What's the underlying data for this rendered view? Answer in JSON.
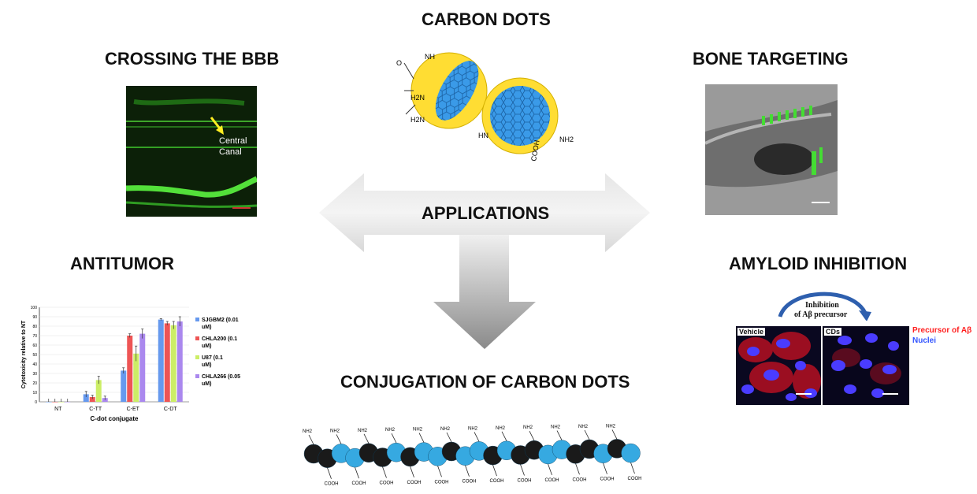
{
  "headings": {
    "carbon_dots": "CARBON DOTS",
    "crossing_bbb": "CROSSING THE BBB",
    "bone_targeting": "BONE TARGETING",
    "applications": "APPLICATIONS",
    "antitumor": "ANTITUMOR",
    "amyloid_inhibition": "AMYLOID INHIBITION",
    "conjugation": "CONJUGATION OF CARBON DOTS"
  },
  "bbb_panel": {
    "label_line1": "Central",
    "label_line2": "Canal"
  },
  "carbon_dot_labels": {
    "nh": "NH",
    "h2n_1": "H2N",
    "h2n_2": "H2N",
    "o": "O",
    "hn": "HN",
    "cooh": "COOH",
    "nh2": "NH2"
  },
  "amyloid_panel": {
    "arrow_label_1": "Inhibition",
    "arrow_label_2": "of Aβ precursor",
    "vehicle": "Vehicle",
    "cds": "CDs",
    "legend_precursor": "Precursor of Aβ",
    "legend_nuclei": "Nuclei",
    "colors": {
      "precursor": "#ff2020",
      "nuclei": "#3355ff"
    }
  },
  "polymer_labels": {
    "nh2": "NH2",
    "cooh": "COOH"
  },
  "chart_data": {
    "type": "bar",
    "categories": [
      "NT",
      "C-TT",
      "C-ET",
      "C-DT"
    ],
    "ylabel": "Cytotoxicity relative to NT",
    "xlabel": "C-dot conjugate",
    "ylim": [
      0,
      100
    ],
    "yticks": [
      0,
      10,
      20,
      30,
      40,
      50,
      60,
      70,
      80,
      90,
      100
    ],
    "series": [
      {
        "name": "SJGBM2 (0.01 uM)",
        "color": "#6699ee",
        "values": [
          0,
          8,
          33,
          87
        ],
        "errors": [
          0,
          3,
          3,
          1
        ]
      },
      {
        "name": "CHLA200 (0.1 uM)",
        "color": "#ee5555",
        "values": [
          0,
          5,
          70,
          83
        ],
        "errors": [
          0,
          2,
          2,
          2
        ]
      },
      {
        "name": "U87 (0.1 uM)",
        "color": "#ccee66",
        "values": [
          0,
          23,
          51,
          81
        ],
        "errors": [
          0,
          4,
          8,
          4
        ]
      },
      {
        "name": "CHLA266 (0.05 uM)",
        "color": "#aa88ee",
        "values": [
          0,
          4,
          72,
          85
        ],
        "errors": [
          0,
          2,
          5,
          5
        ]
      }
    ]
  }
}
